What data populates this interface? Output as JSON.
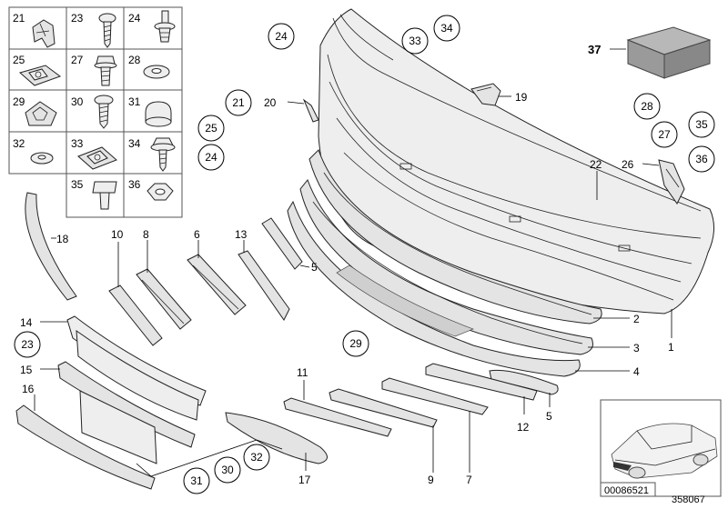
{
  "fastener_grid": {
    "cells": [
      "21",
      "23",
      "24",
      "25",
      "27",
      "28",
      "29",
      "30",
      "31",
      "32",
      "33",
      "34",
      "35",
      "36"
    ]
  },
  "callouts": {
    "c1": "1",
    "c2": "2",
    "c3": "3",
    "c4": "4",
    "c5a": "5",
    "c5b": "5",
    "c6": "6",
    "c7": "7",
    "c8": "8",
    "c9": "9",
    "c10": "10",
    "c11": "11",
    "c12": "12",
    "c13": "13",
    "c14": "14",
    "c15": "15",
    "c16": "16",
    "c17": "17",
    "c18": "18",
    "c19": "19",
    "c20": "20",
    "c22": "22",
    "c26": "26",
    "c37": "37"
  },
  "circled": {
    "r24a": "24",
    "r33": "33",
    "r34": "34",
    "r21": "21",
    "r25": "25",
    "r24b": "24",
    "r28": "28",
    "r27": "27",
    "r35": "35",
    "r36": "36",
    "r23": "23",
    "r29": "29",
    "r32": "32",
    "r30": "30",
    "r31": "31"
  },
  "inset": {
    "code": "00086521"
  },
  "diagram_id": "358067"
}
